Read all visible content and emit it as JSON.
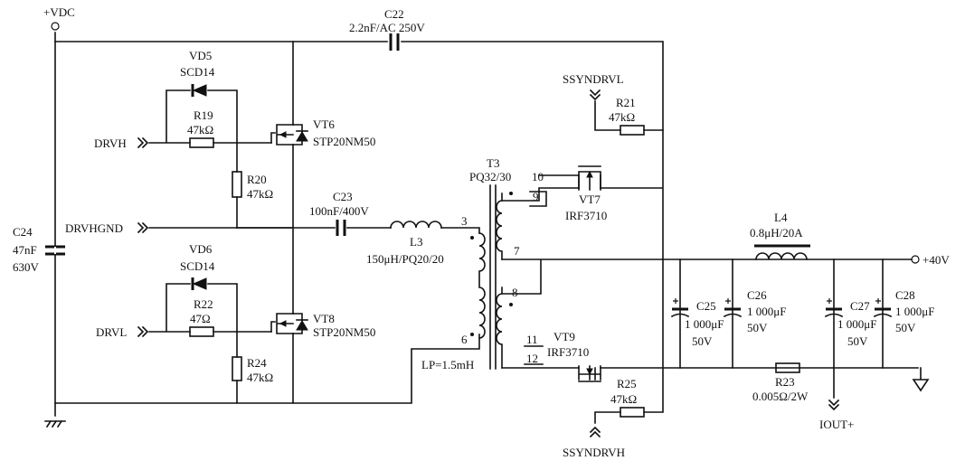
{
  "labels": {
    "vdc": "+VDC",
    "c22": "C22",
    "c22_value": "2.2nF/AC 250V",
    "vd5": "VD5",
    "vd5_part": "SCD14",
    "r19": "R19",
    "r19_value": "47kΩ",
    "drvh": "DRVH",
    "vt6": "VT6",
    "vt6_part": "STP20NM50",
    "r20": "R20",
    "r20_value": "47kΩ",
    "c24": "C24",
    "c24_value": "47nF",
    "c24_voltage": "630V",
    "drvhgnd": "DRVHGND",
    "c23": "C23",
    "c23_value": "100nF/400V",
    "l3": "L3",
    "l3_value": "150μH/PQ20/20",
    "vd6": "VD6",
    "vd6_part": "SCD14",
    "r22": "R22",
    "r22_value": "47Ω",
    "drvl": "DRVL",
    "vt8": "VT8",
    "vt8_part": "STP20NM50",
    "r24": "R24",
    "r24_value": "47kΩ",
    "t3": "T3",
    "t3_core": "PQ32/30",
    "pin3": "3",
    "pin6": "6",
    "lp": "LP=1.5mH",
    "pin10": "10",
    "pin9": "9",
    "pin7": "7",
    "pin8": "8",
    "pin11": "11",
    "pin12": "12",
    "ssyndrvl": "SSYNDRVL",
    "r21": "R21",
    "r21_value": "47kΩ",
    "vt7": "VT7",
    "vt7_part": "IRF3710",
    "vt9": "VT9",
    "vt9_part": "IRF3710",
    "r25": "R25",
    "r25_value": "47kΩ",
    "ssyndrvh": "SSYNDRVH",
    "l4": "L4",
    "l4_value": "0.8μH/20A",
    "vout": "+40V",
    "c25": "C25",
    "c25_value": "1 000μF",
    "c25_voltage": "50V",
    "c26": "C26",
    "c26_value": "1 000μF",
    "c26_voltage": "50V",
    "c27": "C27",
    "c27_value": "1 000μF",
    "c27_voltage": "50V",
    "c28": "C28",
    "c28_value": "1 000μF",
    "c28_voltage": "50V",
    "r23": "R23",
    "r23_value": "0.005Ω/2W",
    "iout": "IOUT+"
  }
}
